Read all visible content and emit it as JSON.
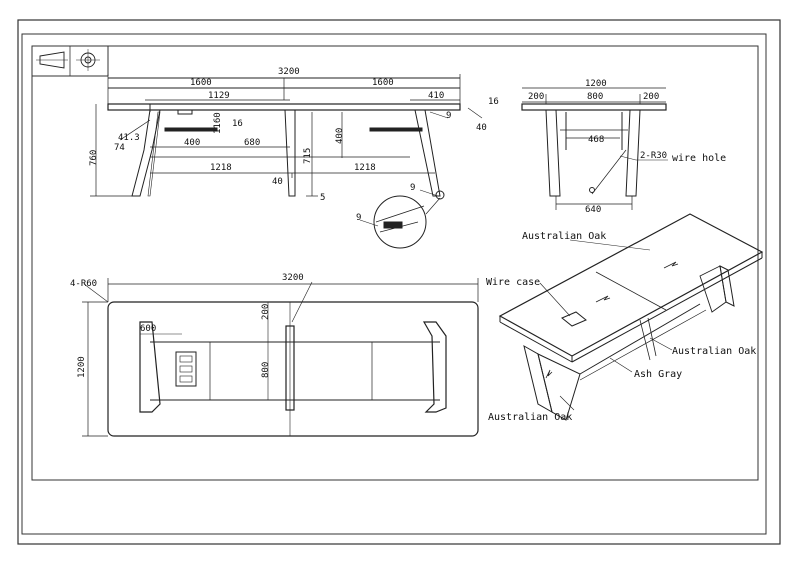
{
  "side_view": {
    "overall_length": "3200",
    "half_length_left": "1600",
    "half_length_right": "1600",
    "leg_spacing": "1129",
    "end_offset": "410",
    "top_thickness": "16",
    "wire_offset": "9",
    "edge_offset": "40",
    "height": "760",
    "apron_height": "715",
    "leg_angle_1": "41.3",
    "leg_angle_2": "74",
    "rail_height": "1160",
    "rail_depth": "16",
    "slot_left": "400",
    "slot_span": "680",
    "slot_right": "400",
    "bottom_span_left": "1218",
    "bottom_span_right": "1218",
    "foot_width": "40",
    "foot_height": "5",
    "wire_detail_9": "9",
    "wire_detail_9b": "9"
  },
  "end_view": {
    "width": "1200",
    "left_inset": "200",
    "center": "800",
    "right_inset": "200",
    "inner_span": "468",
    "radius_note": "2-R30",
    "wire_hole_label": "wire hole",
    "base_width": "640"
  },
  "plan_view": {
    "corner_radius": "4-R60",
    "length": "3200",
    "width": "1200",
    "offset_200": "200",
    "depth_800": "800",
    "leg_600": "600"
  },
  "iso_view": {
    "top_material": "Australian Oak",
    "wire_case": "Wire case",
    "leg_material_right": "Australian Oak",
    "frame_material": "Ash Gray",
    "leg_material_left": "Australian Oak"
  }
}
